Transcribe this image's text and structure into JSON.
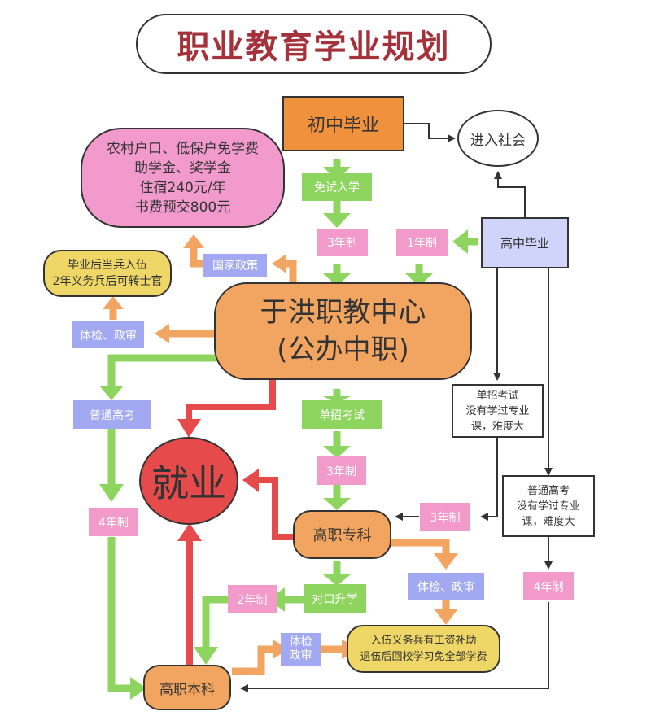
{
  "title": "职业教育学业规划",
  "colors": {
    "title_text": "#a5313a",
    "orange": "#f0913e",
    "light_orange": "#f2a461",
    "green": "#8ed55f",
    "pink": "#f29ac9",
    "blue": "#a3a8f2",
    "lavender": "#d0d4fa",
    "yellow": "#eed667",
    "red": "#e64a4a",
    "dark_line": "#333333"
  },
  "nodes": {
    "junior_grad": "初中毕业",
    "enter_society": "进入社会",
    "senior_grad": "高中毕业",
    "exam_free": "免试入学",
    "three_year_a": "3年制",
    "one_year": "1年制",
    "policy_box": "农村户口、低保户免学费\n助学金、奖学金\n住宿240元/年\n书费预交800元",
    "national_policy": "国家政策",
    "army_box": "毕业后当兵入伍\n2年义务兵后可转士官",
    "physical_check_a": "体检、政审",
    "center_school": "于洪职教中心\n(公办中职)",
    "gaokao_tag": "普通高考",
    "single_exam_tag": "单招考试",
    "single_exam_box": "单招考试\n没有学过专业\n课，难度大",
    "gaokao_box": "普通高考\n没有学过专业\n课，难度大",
    "employment": "就业",
    "four_year_a": "4年制",
    "three_year_b": "3年制",
    "three_year_c": "3年制",
    "higher_voc": "高职专科",
    "physical_check_b": "体检、政审",
    "four_year_b": "4年制",
    "counterpart": "对口升学",
    "two_year": "2年制",
    "physical_check_c": "体检\n政审",
    "army_benefit": "入伍义务兵有工资补助\n退伍后回校学习免全部学费",
    "bachelor_voc": "高职本科"
  }
}
